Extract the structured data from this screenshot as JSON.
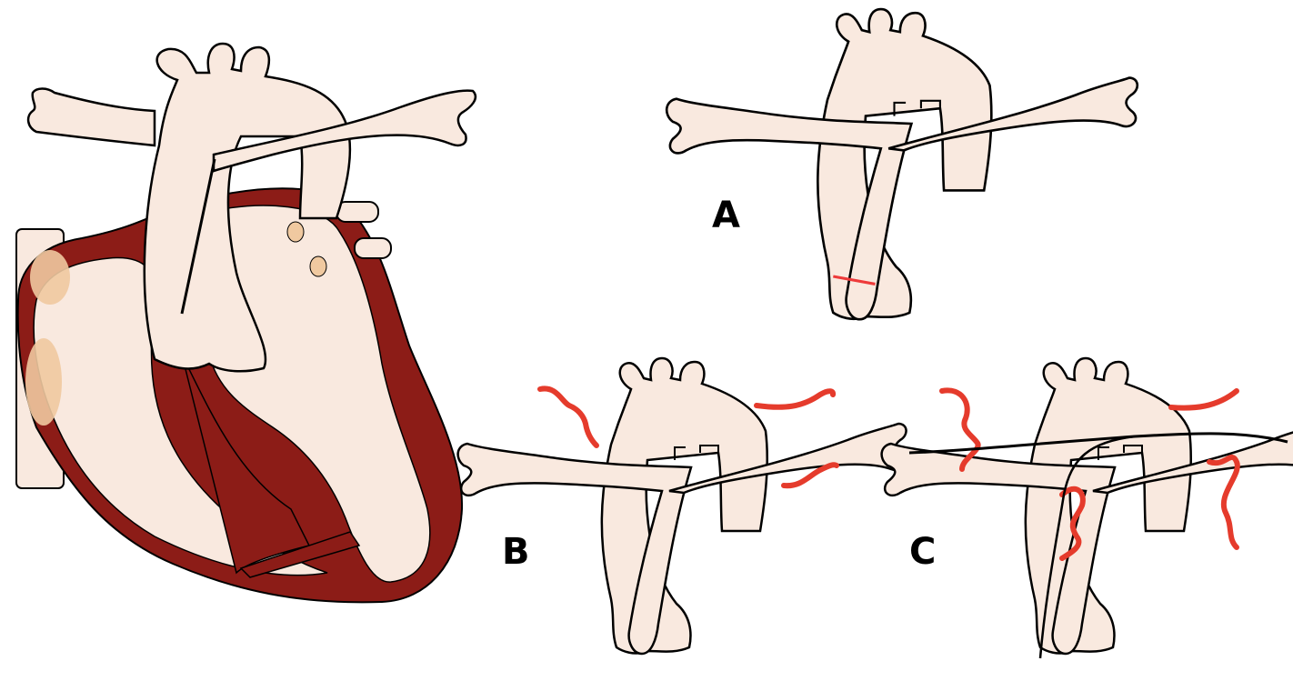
{
  "figure": {
    "panel_labels": {
      "a": "A",
      "b": "B",
      "c": "C"
    }
  },
  "colors": {
    "vessel_fill": "#f9e9df",
    "myocardium": "#8c1c17",
    "outline": "#000000",
    "collateral_red": "#e53b2c",
    "valve_tan": "#f0c9a0",
    "band_red": "#ee3a3a",
    "background": "#ffffff"
  },
  "icons": {
    "heart": "heart-diagram-icon",
    "vessel_a": "great-vessels-icon",
    "vessel_b": "great-vessels-collaterals-icon",
    "vessel_c": "great-vessels-wire-icon"
  }
}
